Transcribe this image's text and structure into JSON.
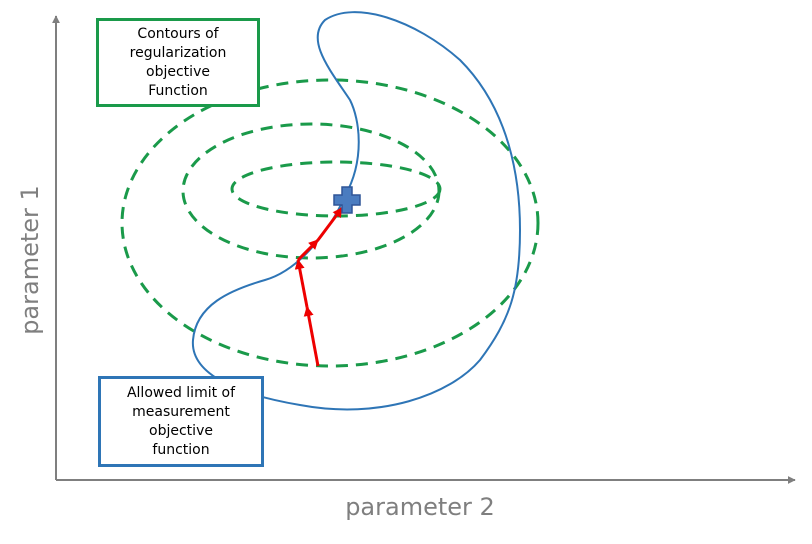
{
  "axes": {
    "y_label": "parameter 1",
    "x_label": "parameter 2",
    "color": "#7f7f7f"
  },
  "callouts": {
    "regularization": {
      "text": "Contours of\nregularization\nobjective\nFunction",
      "border_color": "#1a9a4a"
    },
    "measurement": {
      "text": "Allowed limit of\nmeasurement\nobjective\nfunction",
      "border_color": "#2e75b6"
    }
  },
  "colors": {
    "contour": "#1a9a4a",
    "limit_curve": "#2e75b6",
    "path_arrows": "#ee0000",
    "optimum_marker": "#4a7cc0"
  },
  "icons": {
    "optimum": "plus-icon"
  }
}
